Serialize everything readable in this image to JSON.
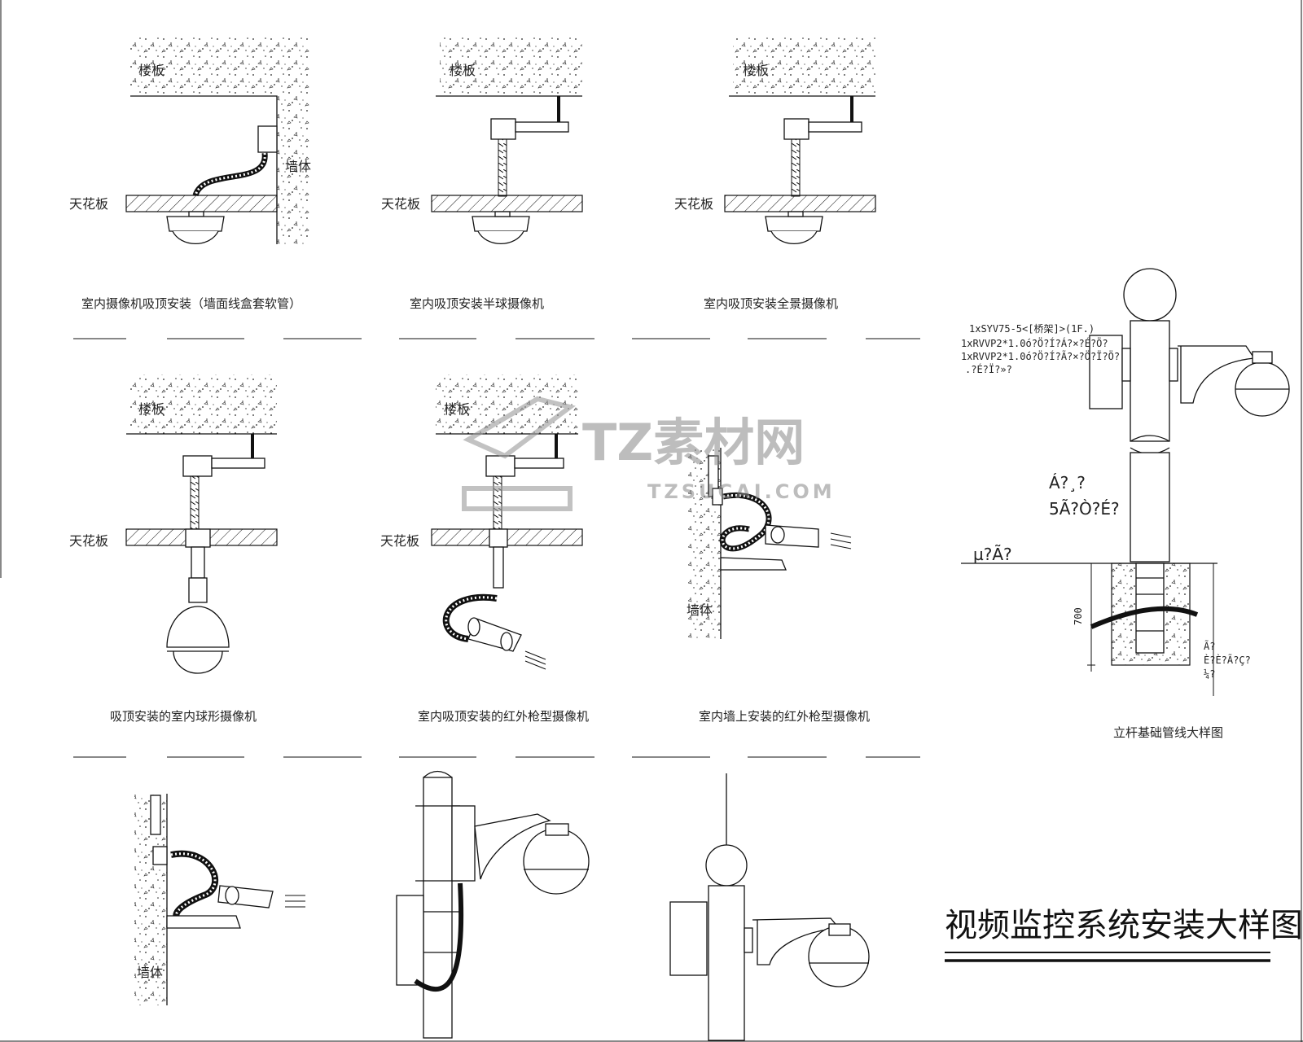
{
  "labels": {
    "floor_slab": "楼板",
    "wall": "墙体",
    "ceiling": "天花板"
  },
  "captions": {
    "d1": "室内摄像机吸顶安装（墙面线盒套软管）",
    "d2": "室内吸顶安装半球摄像机",
    "d3": "室内吸顶安装全景摄像机",
    "d4": "吸顶安装的室内球形摄像机",
    "d5": "室内吸顶安装的红外枪型摄像机",
    "d6": "室内墙上安装的红外枪型摄像机",
    "pole": "立杆基础管线大样图"
  },
  "pole_notes": {
    "line1": "1xSYV75-5<[桥架]>(1F.)",
    "line2": "1xRVVP2*1.0ó?Ö?Í?Á?×?É?Ö?",
    "line3": "1xRVVP2*1.0ó?Ö?Í?Ã?×?Ö?Ï?Ö?",
    "line4": ".?É?Ï?»?",
    "mid1": "Á?¸?",
    "mid2": "5Ã?Ò?É?",
    "ground": "µ?Ã?",
    "dimension": "700",
    "side1": "Ã?",
    "side2": "È?È?Ã?Ç?",
    "side3": "¼?"
  },
  "title": "视频监控系统安装大样图",
  "watermark": {
    "brand": "TZ素材网",
    "domain": "TZSUCAI.COM"
  }
}
